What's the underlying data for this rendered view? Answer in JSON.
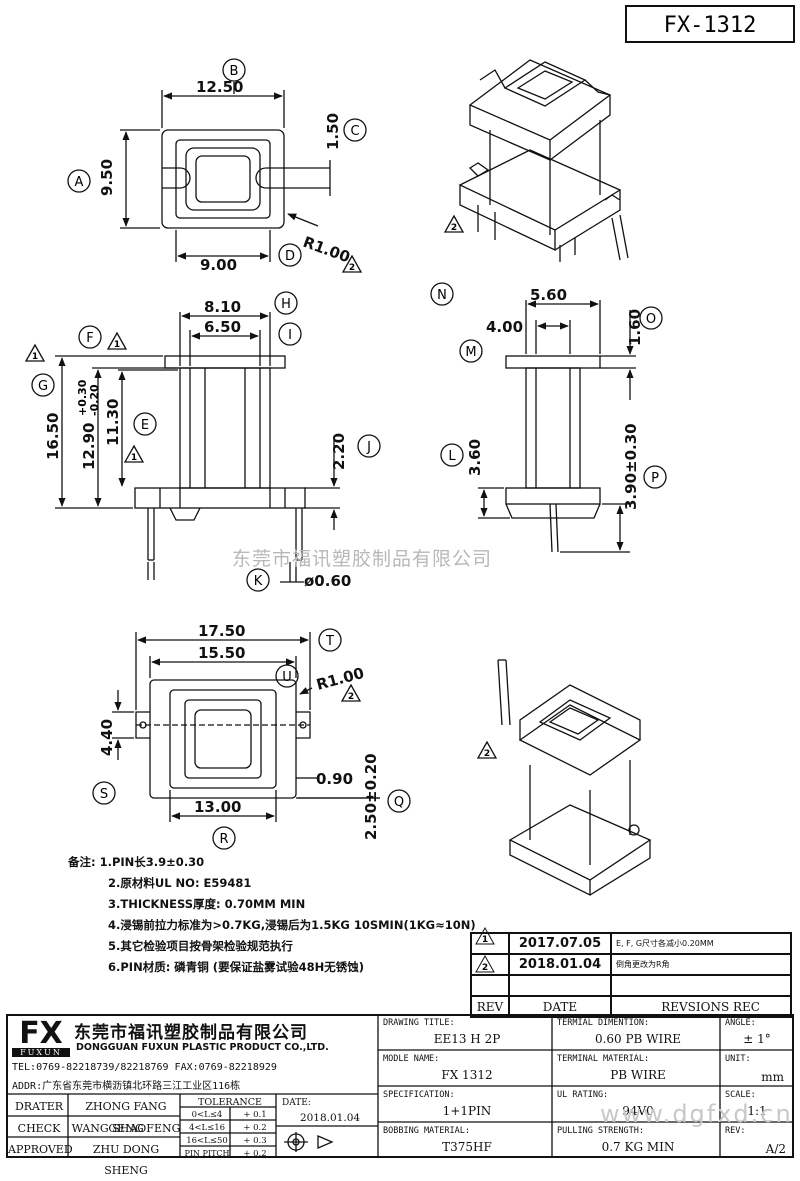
{
  "part_no": "FX-1312",
  "dims": {
    "top_width": "12.50",
    "top_height": "9.50",
    "top_slot": "1.50",
    "top_inner": "9.00",
    "top_radius": "R1.00",
    "front_w1": "8.10",
    "front_w2": "6.50",
    "front_h": "16.50",
    "front_h2": "12.90",
    "front_tol_plus": "+0.30",
    "front_tol_minus": "-0.20",
    "front_h3": "11.30",
    "front_pin": "2.20",
    "pin_dia": "ø0.60",
    "side_w1": "5.60",
    "side_w2": "4.00",
    "side_t": "1.60",
    "side_base": "3.60",
    "side_pin": "3.90±0.30",
    "bot_w1": "17.50",
    "bot_w2": "15.50",
    "bot_radius": "R1.00",
    "bot_h": "4.40",
    "bot_slot": "0.90",
    "bot_w3": "13.00",
    "bot_pin": "2.50±0.20"
  },
  "markers": [
    "A",
    "B",
    "C",
    "D",
    "E",
    "F",
    "G",
    "H",
    "I",
    "J",
    "K",
    "L",
    "M",
    "N",
    "O",
    "P",
    "Q",
    "R",
    "S",
    "T",
    "U"
  ],
  "rev_markers": [
    "1",
    "2"
  ],
  "watermark": "东莞市福讯塑胶制品有限公司",
  "notes": [
    "备注: 1.PIN长3.9±0.30",
    "2.原材料UL NO: E59481",
    "3.THICKNESS厚度: 0.70MM MIN",
    "4.浸锡前拉力标准为>0.7KG,浸锡后为1.5KG   10SMIN(1KG≈10N)",
    "5.其它检验项目按骨架检验规范执行",
    "6.PIN材质: 磷青铜 (要保证盐雾试验48H无锈蚀)"
  ],
  "revisions": {
    "rows": [
      {
        "rev": "1",
        "date": "2017.07.05",
        "desc": "E, F, G尺寸各减小0.20MM"
      },
      {
        "rev": "2",
        "date": "2018.01.04",
        "desc": "倒角更改为R角"
      }
    ],
    "header": {
      "rev": "REV",
      "date": "DATE",
      "desc": "REVSIONS REC"
    }
  },
  "company": {
    "logo": "FX",
    "logo_sub": "FUXUN",
    "name_cn": "东莞市福讯塑胶制品有限公司",
    "name_en": "DONGGUAN FUXUN PLASTIC PRODUCT CO.,LTD.",
    "tel": "TEL:0769-82218739/82218769 FAX:0769-82218929",
    "addr": "ADDR:广东省东莞市横沥镇北环路三江工业区116栋"
  },
  "people": [
    {
      "role": "DRATER",
      "name": "ZHONG FANG GENG"
    },
    {
      "role": "CHECK",
      "name": "WANG SHAOFENG"
    },
    {
      "role": "APPROVED",
      "name": "ZHU DONG SHENG"
    }
  ],
  "tolerance": {
    "title": "TOLERANCE",
    "rows": [
      {
        "range": "0<L≤4",
        "tol": "+ 0.1"
      },
      {
        "range": "4<L≤16",
        "tol": "+ 0.2"
      },
      {
        "range": "16<L≤50",
        "tol": "+ 0.3"
      },
      {
        "range": "PIN PITCH",
        "tol": "+ 0.2"
      }
    ]
  },
  "date_label": "DATE:",
  "date_value": "2018.01.04",
  "fields": {
    "drawing_title_label": "DRAWING TITLE:",
    "drawing_title": "EE13 H 2P",
    "terminal_dim_label": "TERMIAL DIMENTION:",
    "terminal_dim": "0.60 PB WIRE",
    "angle_label": "ANGLE:",
    "angle": "± 1°",
    "model_label": "MODLE NAME:",
    "model": "FX 1312",
    "terminal_mat_label": "TERMINAL MATERIAL:",
    "terminal_mat": "PB WIRE",
    "unit_label": "UNIT:",
    "unit": "mm",
    "spec_label": "SPECIFICATION:",
    "spec": "1+1PIN",
    "ul_label": "UL RATING:",
    "ul": "94V0",
    "scale_label": "SCALE:",
    "scale": "1:1",
    "bobbin_label": "BOBBING MATERIAL:",
    "bobbin": "T375HF",
    "pull_label": "PULLING STRENGTH:",
    "pull": "0.7 KG MIN",
    "rev_label": "REV:",
    "rev": "A/2"
  },
  "site_mark": "www.dgfxd.cn"
}
